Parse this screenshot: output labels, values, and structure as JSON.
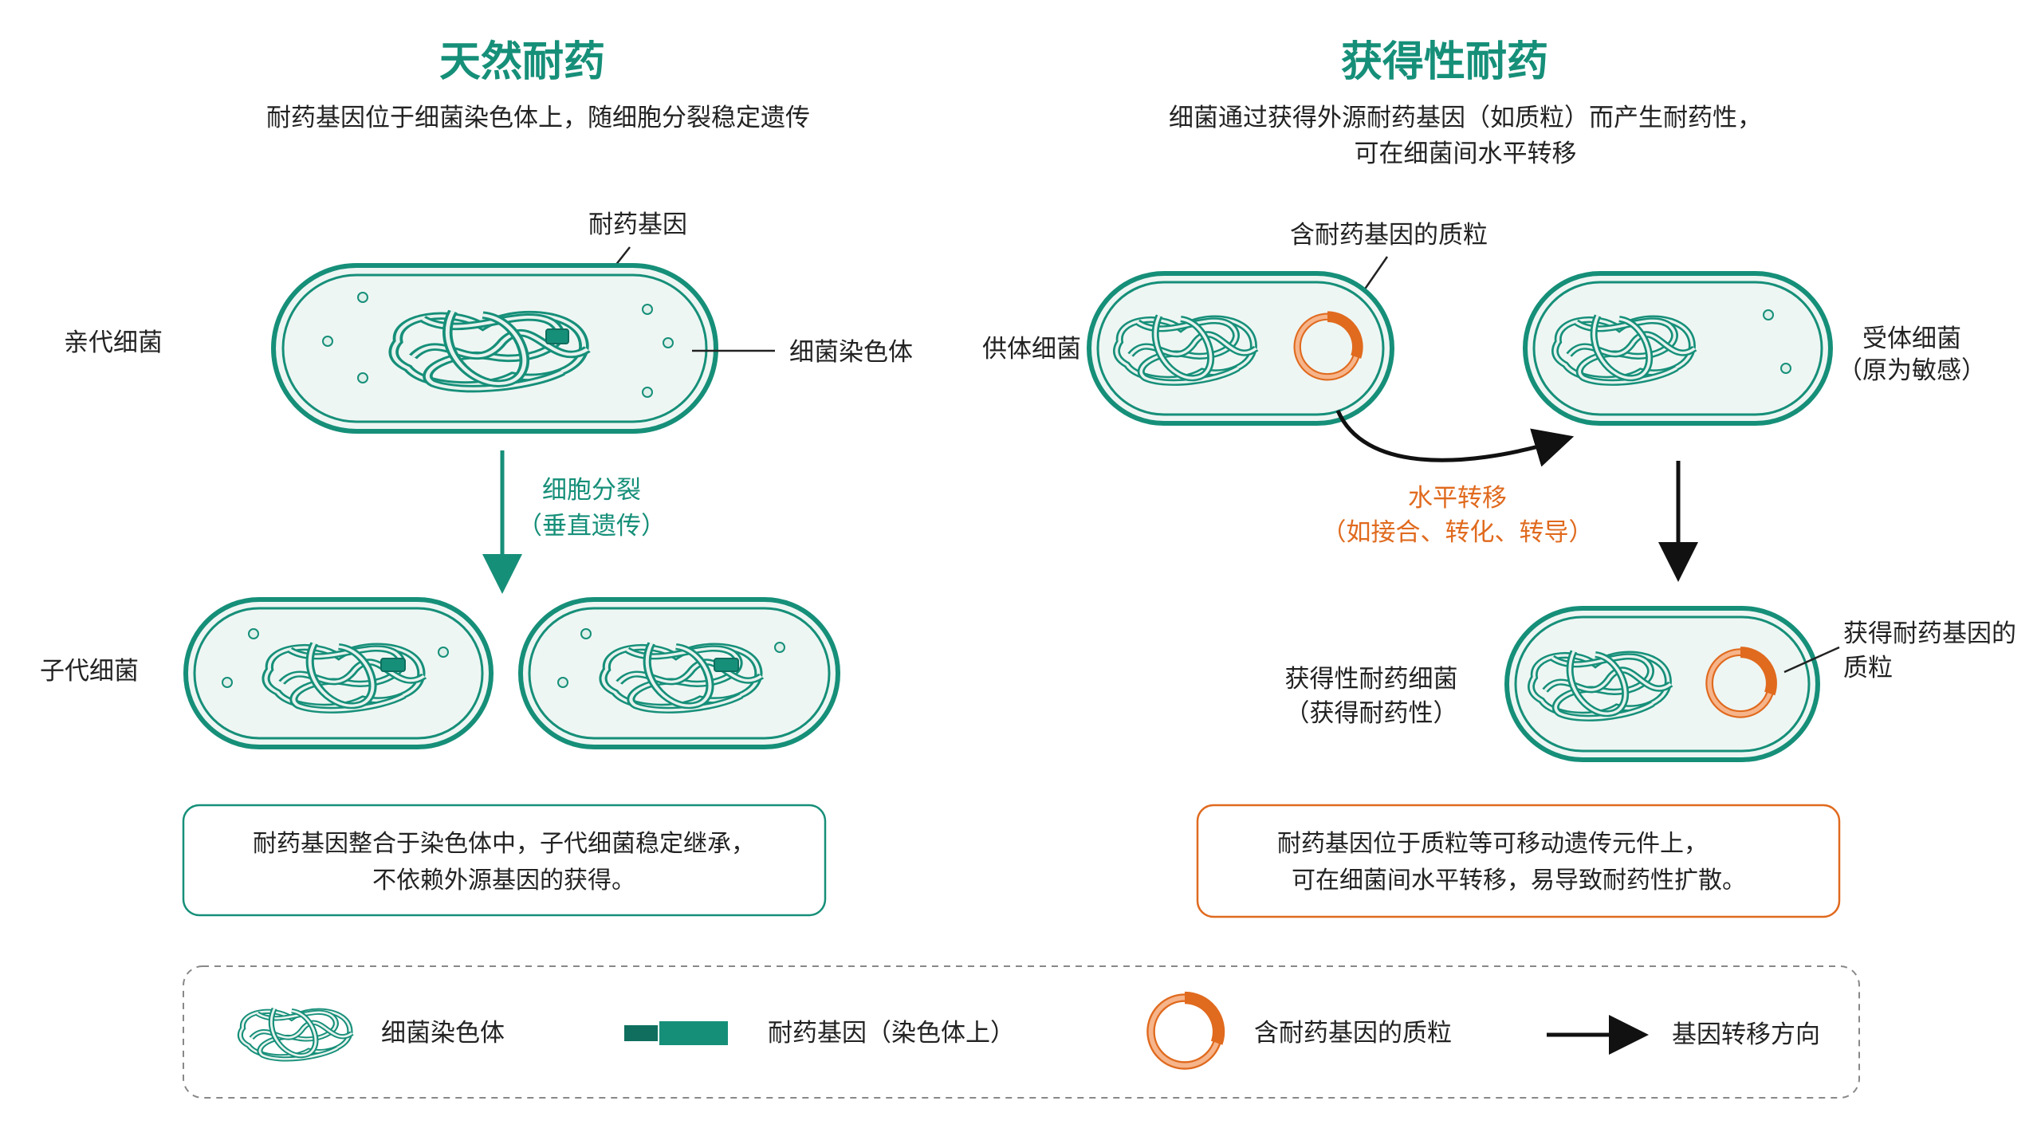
{
  "left": {
    "title": "天然耐药",
    "subtitle": "耐药基因位于细菌染色体上，随细胞分裂稳定遗传",
    "label_gene": "耐药基因",
    "label_parent": "亲代细菌",
    "label_chromosome": "细菌染色体",
    "arrow_line1": "细胞分裂",
    "arrow_line2": "（垂直遗传）",
    "label_offspring": "子代细菌",
    "note_line1": "耐药基因整合于染色体中，子代细菌稳定继承，",
    "note_line2": "不依赖外源基因的获得。"
  },
  "right": {
    "title": "获得性耐药",
    "subtitle_line1": "细菌通过获得外源耐药基因（如质粒）而产生耐药性，",
    "subtitle_line2": "可在细菌间水平转移",
    "label_plasmid": "含耐药基因的质粒",
    "label_donor": "供体细菌",
    "label_recipient_line1": "受体细菌",
    "label_recipient_line2": "（原为敏感）",
    "transfer_line1": "水平转移",
    "transfer_line2": "（如接合、转化、转导）",
    "label_acquired_line1": "获得性耐药细菌",
    "label_acquired_line2": "（获得耐药性）",
    "label_acq_plasmid_line1": "获得耐药基因的",
    "label_acq_plasmid_line2": "质粒",
    "note_line1": "耐药基因位于质粒等可移动遗传元件上，",
    "note_line2": "可在细菌间水平转移，易导致耐药性扩散。"
  },
  "legend": {
    "chromosome": "细菌染色体",
    "gene": "耐药基因（染色体上）",
    "plasmid": "含耐药基因的质粒",
    "arrow": "基因转移方向"
  },
  "colors": {
    "teal": "#168f79",
    "teal_dark": "#0f6e5e",
    "cell_fill": "#eef6f3",
    "orange": "#e06a1e",
    "orange_light": "#f6b48a"
  }
}
